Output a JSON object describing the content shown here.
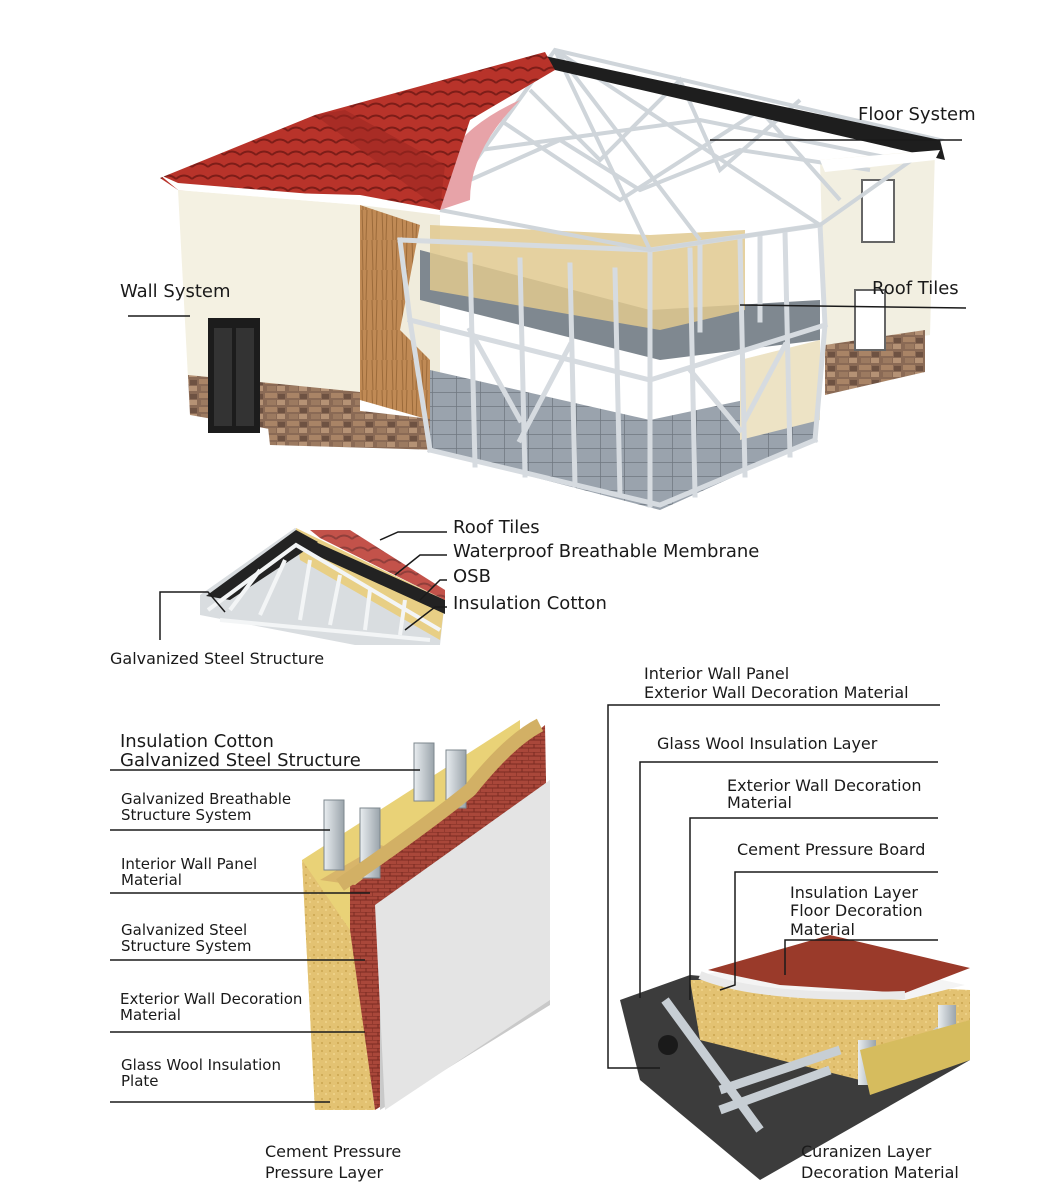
{
  "house": {
    "floor_system": "Floor System",
    "wall_system": "Wall System",
    "roof_tiles": "Roof Tiles"
  },
  "roof_section": {
    "roof_tiles": "Roof Tiles",
    "membrane": "Waterproof Breathable Membrane",
    "osb": "OSB",
    "insulation": "Insulation Cotton",
    "steel": "Galvanized Steel Structure"
  },
  "wall_section": {
    "l1a": "Insulation Cotton",
    "l1b": "Galvanized Steel Structure",
    "l2a": "Galvanized Breathable",
    "l2b": "Structure System",
    "l3a": "Interior Wall Panel",
    "l3b": "Material",
    "l4a": "Galvanized Steel",
    "l4b": "Structure System",
    "l5a": "Exterior Wall Decoration",
    "l5b": "Material",
    "l6a": "Glass Wool Insulation",
    "l6b": "Plate",
    "bottom_a": "Cement Pressure",
    "bottom_b": "Pressure Layer"
  },
  "floor_section": {
    "f1a": "Interior Wall Panel",
    "f1b": "Exterior Wall Decoration Material",
    "f2": "Glass Wool Insulation Layer",
    "f3a": "Exterior Wall Decoration",
    "f3b": "Material",
    "f4": "Cement Pressure Board",
    "f5a": "Insulation Layer",
    "f5b": "Floor Decoration",
    "f5c": "Material",
    "bottom_a": "Curanizen Layer",
    "bottom_b": "Decoration Material"
  }
}
